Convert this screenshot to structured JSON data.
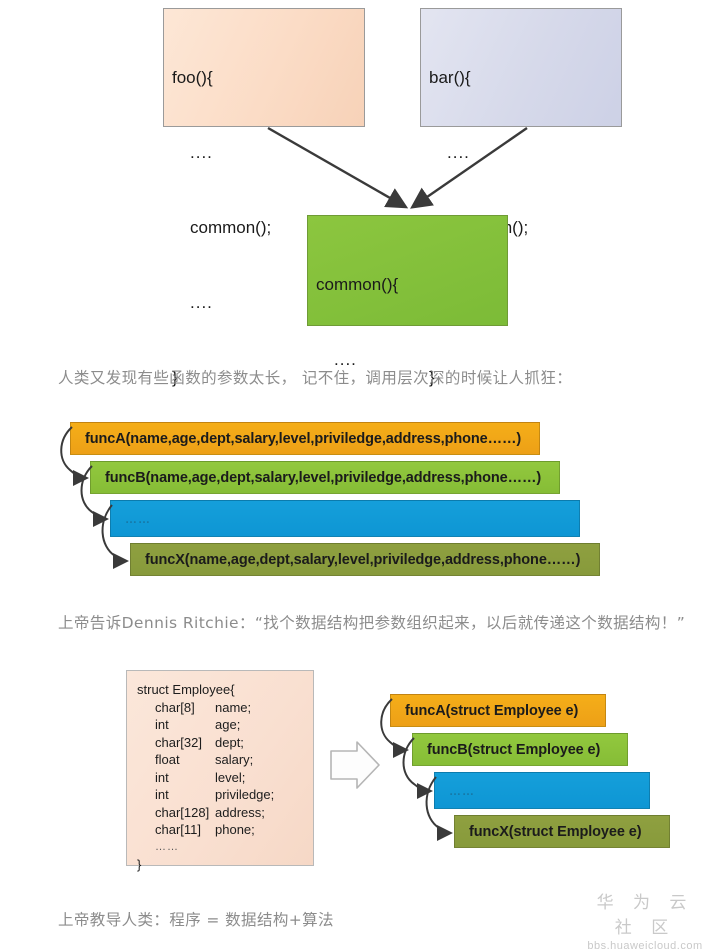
{
  "diagram_top": {
    "foo": {
      "line1": "foo(){",
      "line2": "....",
      "line3": "common();",
      "line4": "....",
      "line5": "}"
    },
    "bar": {
      "line1": "bar(){",
      "line2": "....",
      "line3": "common();",
      "line4": "....",
      "line5": "}"
    },
    "common": {
      "line1": "common(){",
      "line2": "....",
      "line3": "....",
      "line4": "}"
    },
    "colors": {
      "foo": "#fbdcc6",
      "bar": "#d6d9ea",
      "common": "#8cc63f",
      "arrow": "#3a3a3a"
    }
  },
  "text_1": "人类又发现有些函数的参数太长， 记不住，调用层次深的时候让人抓狂：",
  "diagram_long_params": {
    "bars": [
      {
        "label": "funcA(name,age,dept,salary,level,priviledge,address,phone……)",
        "color": "#f5ae18"
      },
      {
        "label": "funcB(name,age,dept,salary,level,priviledge,address,phone……)",
        "color": "#92c83e"
      },
      {
        "label": "……",
        "color": "#159fda"
      },
      {
        "label": "funcX(name,age,dept,salary,level,priviledge,address,phone……)",
        "color": "#8fa040"
      }
    ]
  },
  "text_2": "上帝告诉Dennis Ritchie：“找个数据结构把参数组织起来，以后就传递这个数据结构！”",
  "diagram_struct": {
    "title": "struct Employee{",
    "fields": [
      {
        "type": "char[8]",
        "name": "name;"
      },
      {
        "type": "int",
        "name": "age;"
      },
      {
        "type": "char[32]",
        "name": "dept;"
      },
      {
        "type": "float",
        "name": "salary;"
      },
      {
        "type": "int",
        "name": "level;"
      },
      {
        "type": "int",
        "name": "priviledge;"
      },
      {
        "type": "char[128]",
        "name": "address;"
      },
      {
        "type": "char[11]",
        "name": "phone;"
      }
    ],
    "ellipsis": "……",
    "closing": "}",
    "arrow_icon": "right-block-arrow",
    "bars": [
      {
        "label": "funcA(struct Employee e)",
        "color": "#f5ae18"
      },
      {
        "label": "funcB(struct Employee e)",
        "color": "#92c83e"
      },
      {
        "label": "……",
        "color": "#159fda"
      },
      {
        "label": "funcX(struct Employee e)",
        "color": "#8fa040"
      }
    ]
  },
  "text_3": "上帝教导人类：程序 = 数据结构+算法",
  "watermark": {
    "line1": "华 为 云 社 区",
    "line2": "bbs.huaweicloud.com"
  }
}
